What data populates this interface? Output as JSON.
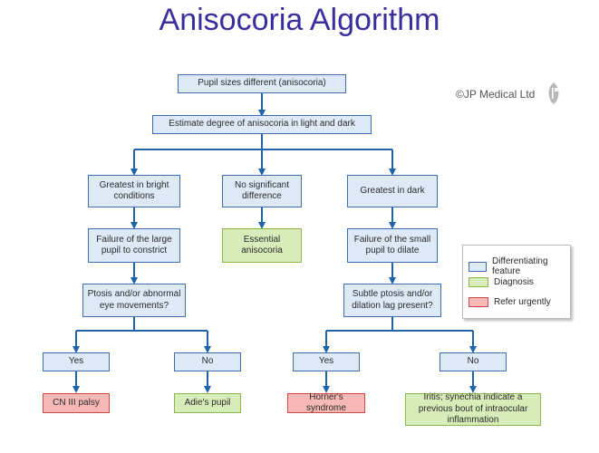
{
  "title": "Anisocoria Algorithm",
  "copyright": "©JP Medical Ltd",
  "colors": {
    "title": "#3a2d9c",
    "connector": "#1f63a8",
    "feature_fill": "#dde9f7",
    "feature_border": "#3a6fb4",
    "diagnosis_fill": "#d7ecb8",
    "diagnosis_border": "#8cb54a",
    "urgent_fill": "#f7b9b6",
    "urgent_border": "#cf4a45"
  },
  "nodes": {
    "start": "Pupil sizes different (anisocoria)",
    "estimate": "Estimate degree of anisocoria in light and dark",
    "bright": "Greatest in bright conditions",
    "no_diff": "No significant difference",
    "dark": "Greatest in dark",
    "fail_constrict": "Failure of the large pupil to constrict",
    "essential": "Essential anisocoria",
    "fail_dilate": "Failure of the small pupil to dilate",
    "ptosis_q": "Ptosis and/or abnormal eye movements?",
    "subtle_q": "Subtle ptosis and/or dilation lag present?",
    "yes_left": "Yes",
    "no_left": "No",
    "yes_right": "Yes",
    "no_right": "No",
    "cn3": "CN III palsy",
    "adie": "Adie's pupil",
    "horner": "Horner's syndrome",
    "iritis": "Iritis; synechia indicate a previous bout of intraocular inflammation"
  },
  "legend": {
    "feature": "Differentiating feature",
    "diagnosis": "Diagnosis",
    "urgent": "Refer urgently"
  }
}
